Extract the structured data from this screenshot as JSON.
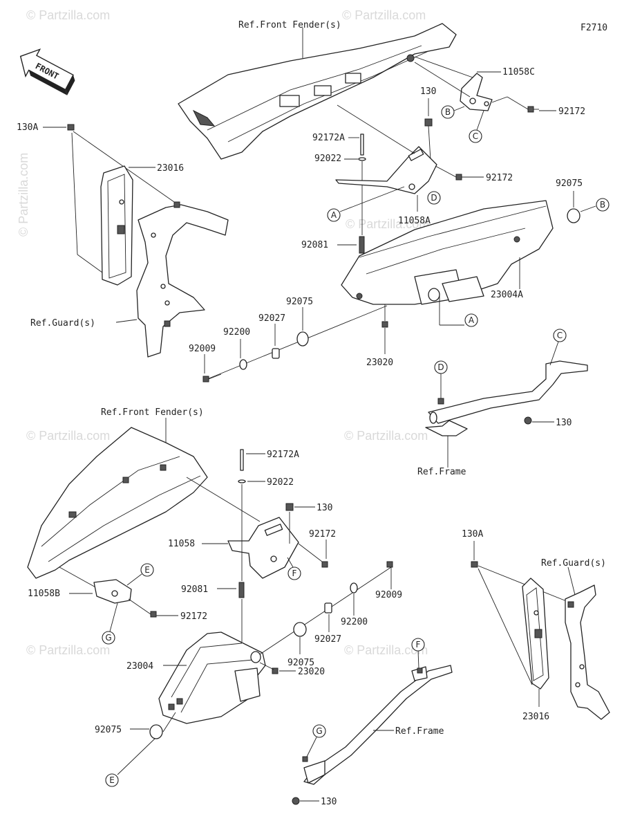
{
  "diagram_code": "F2710",
  "watermarks": [
    "© Partzilla.com",
    "© Partzilla.com",
    "© Partzilla.com",
    "© Partzilla.com",
    "© Partzilla.com",
    "© Partzilla.com",
    "© Partzilla.com"
  ],
  "front_label": "FRONT",
  "refs": {
    "front_fender_top": "Ref.Front Fender(s)",
    "front_fender_bottom": "Ref.Front Fender(s)",
    "guard_left": "Ref.Guard(s)",
    "guard_right": "Ref.Guard(s)",
    "frame_top": "Ref.Frame",
    "frame_bottom": "Ref.Frame"
  },
  "parts": {
    "p_11058C": "11058C",
    "p_92172_a": "92172",
    "p_130_a": "130",
    "p_92172A_top": "92172A",
    "p_92022_top": "92022",
    "p_92172_b": "92172",
    "p_11058A": "11058A",
    "p_92075_top": "92075",
    "p_92081_top": "92081",
    "p_23004A": "23004A",
    "p_130A_left": "130A",
    "p_23016_left": "23016",
    "p_92075_mid": "92075",
    "p_92027_top": "92027",
    "p_92200_top": "92200",
    "p_92009_top": "92009",
    "p_23020_top": "23020",
    "p_130_b": "130",
    "p_92172A_bot": "92172A",
    "p_92022_bot": "92022",
    "p_130_c": "130",
    "p_92172_c": "92172",
    "p_11058": "11058",
    "p_92081_bot": "92081",
    "p_11058B": "11058B",
    "p_92172_d": "92172",
    "p_23004": "23004",
    "p_23020_bot": "23020",
    "p_92075_bot": "92075",
    "p_92009_bot": "92009",
    "p_92200_bot": "92200",
    "p_92027_bot": "92027",
    "p_92075_bot2": "92075",
    "p_130A_right": "130A",
    "p_23016_right": "23016",
    "p_130_d": "130"
  },
  "callouts": {
    "A1": "A",
    "A2": "A",
    "B1": "B",
    "B2": "B",
    "C1": "C",
    "C2": "C",
    "D1": "D",
    "D2": "D",
    "E1": "E",
    "E2": "E",
    "F1": "F",
    "F2": "F",
    "G1": "G",
    "G2": "G"
  }
}
